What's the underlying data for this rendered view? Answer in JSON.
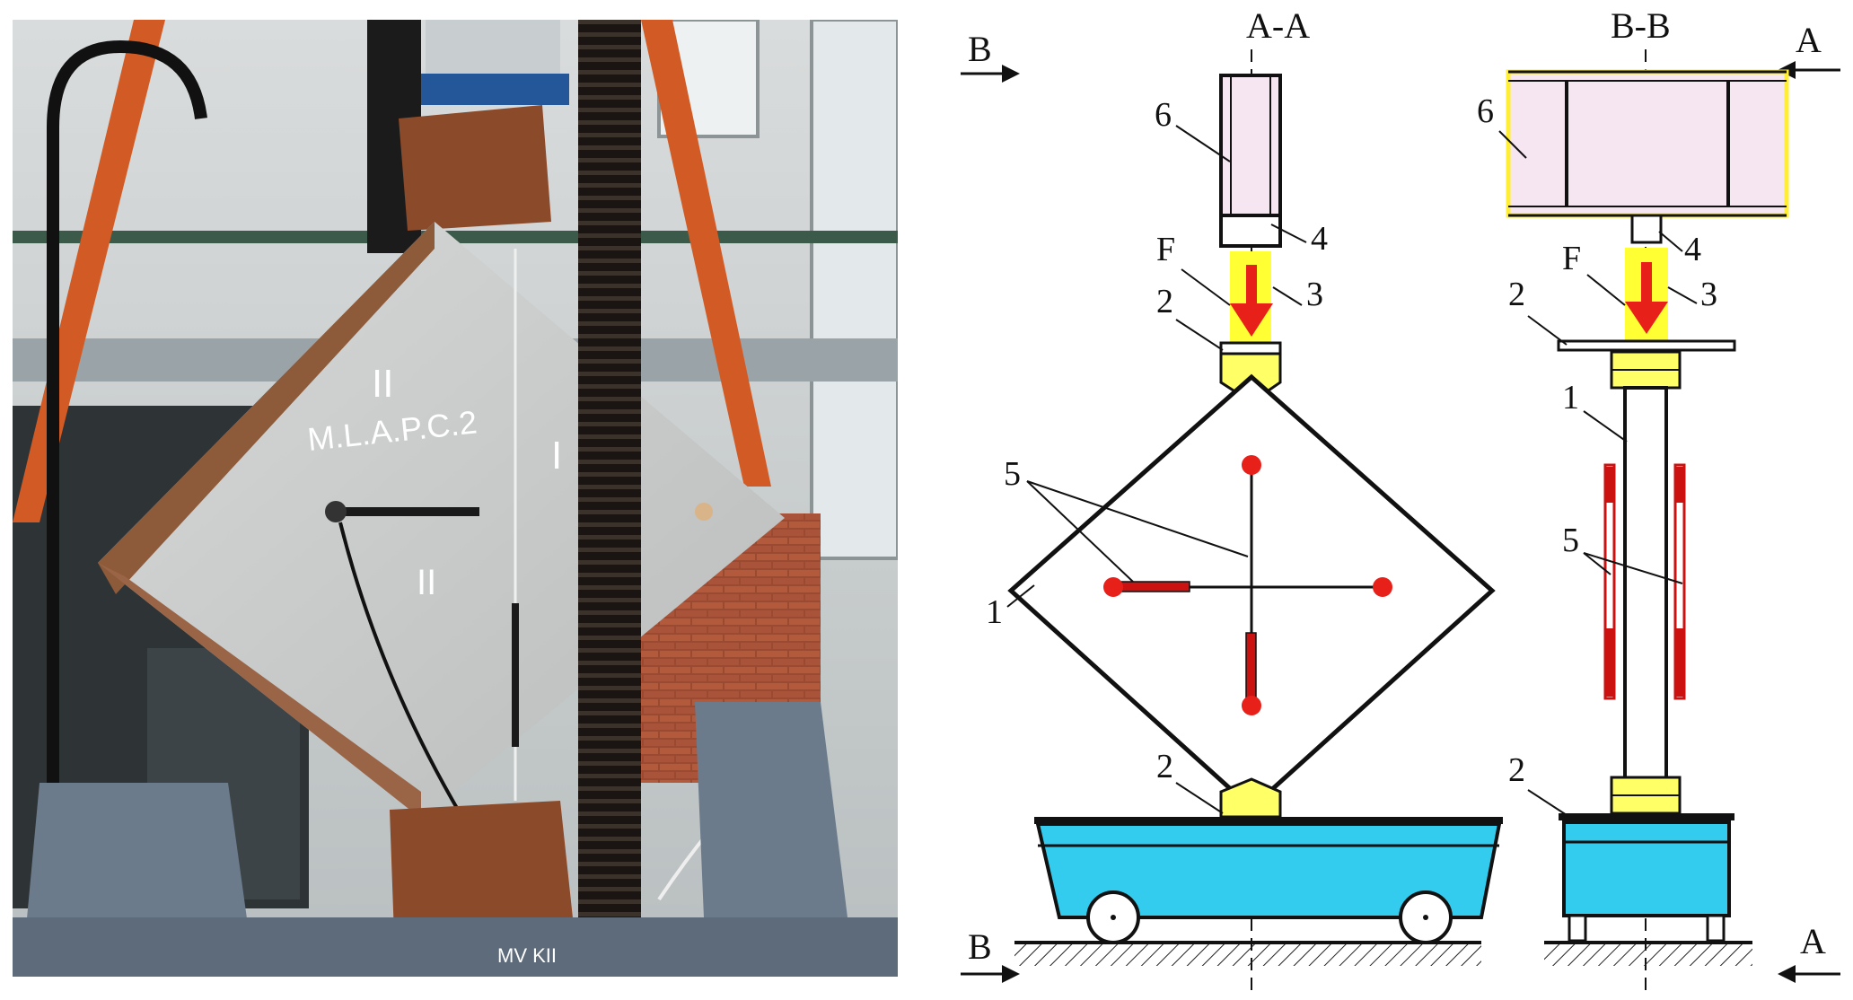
{
  "photo": {
    "marks": {
      "mark_top": "II",
      "mark_text": "M.L.A.P.C.2",
      "mark_right": "I",
      "mark_mid": "II",
      "base_text": "MV KII"
    }
  },
  "drawing": {
    "section_aa": {
      "title": "A-A",
      "cut_left_top": "B",
      "cut_left_bottom": "B",
      "labels": {
        "n6": "6",
        "n4": "4",
        "nF": "F",
        "n3": "3",
        "n2a": "2",
        "n5": "5",
        "n1": "1",
        "n2b": "2"
      }
    },
    "section_bb": {
      "title": "B-B",
      "cut_right_top": "A",
      "cut_right_bottom": "A",
      "labels": {
        "n6": "6",
        "n4": "4",
        "nF": "F",
        "n3": "3",
        "n2a": "2",
        "n1": "1",
        "n5": "5",
        "n2b": "2"
      }
    },
    "colors": {
      "cart": "#33ccee",
      "load_block": "#ffff33",
      "arrow": "#e8201a",
      "gauge": "#cc1111",
      "frame_fill": "#f6e6f2"
    }
  }
}
